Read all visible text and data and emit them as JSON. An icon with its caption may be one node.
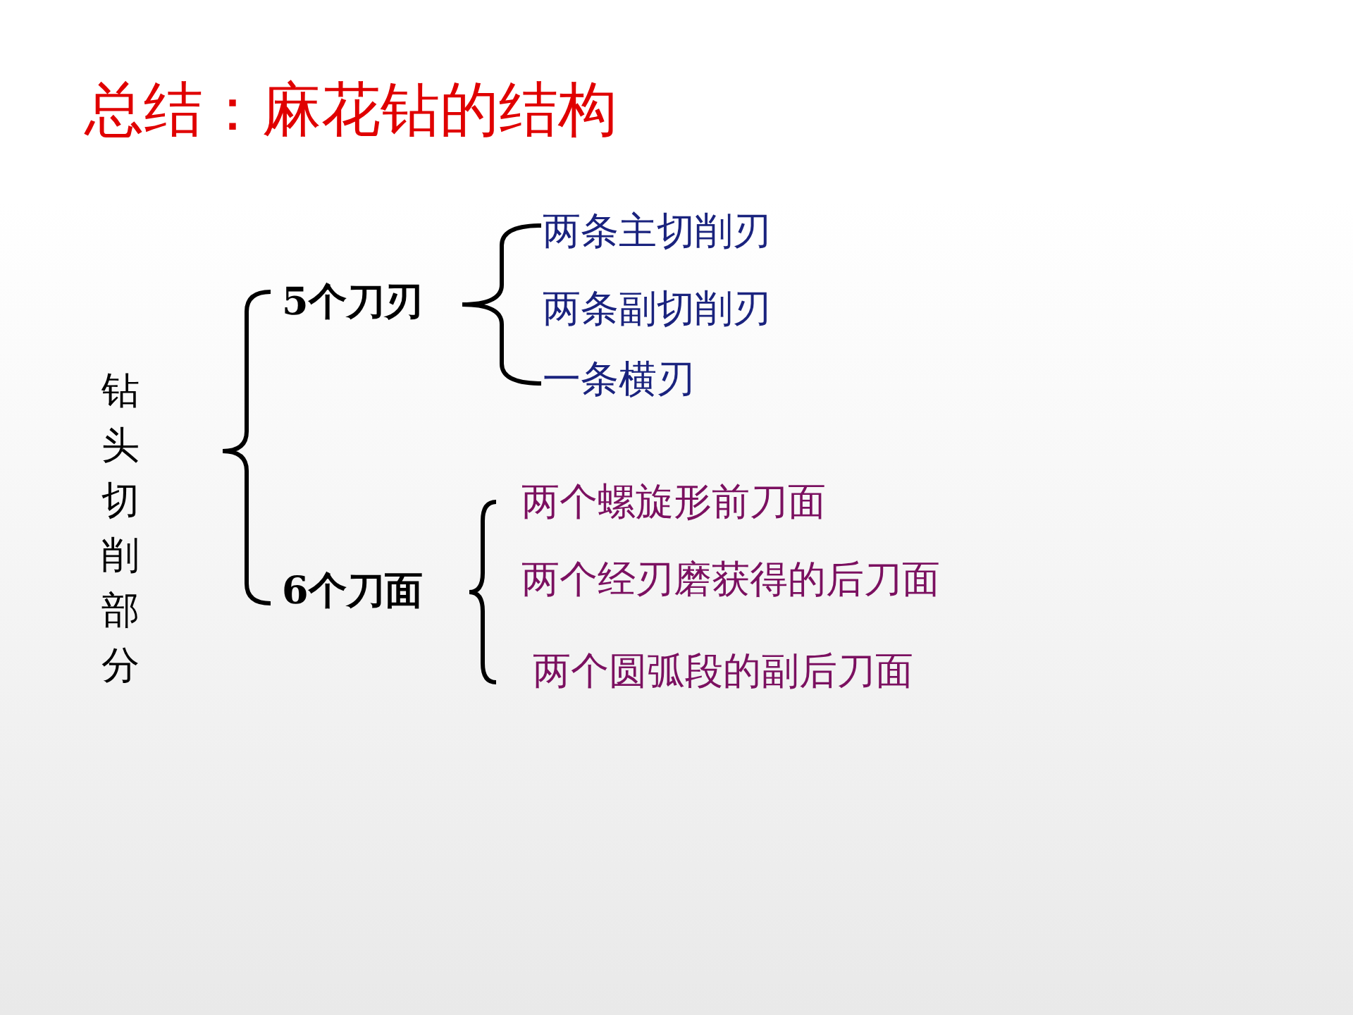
{
  "diagram": {
    "title": "总结：麻花钻的结构",
    "labels": [
      "钻头切削部分",
      "5个刀刃",
      "两条主切削刃",
      "两条副切削刃",
      "一条横刃",
      "6个刀面",
      "两个螺旋形前刀面",
      "两个经刃磨获得的后刀面",
      "两个圆弧段的副后刀面"
    ]
  }
}
